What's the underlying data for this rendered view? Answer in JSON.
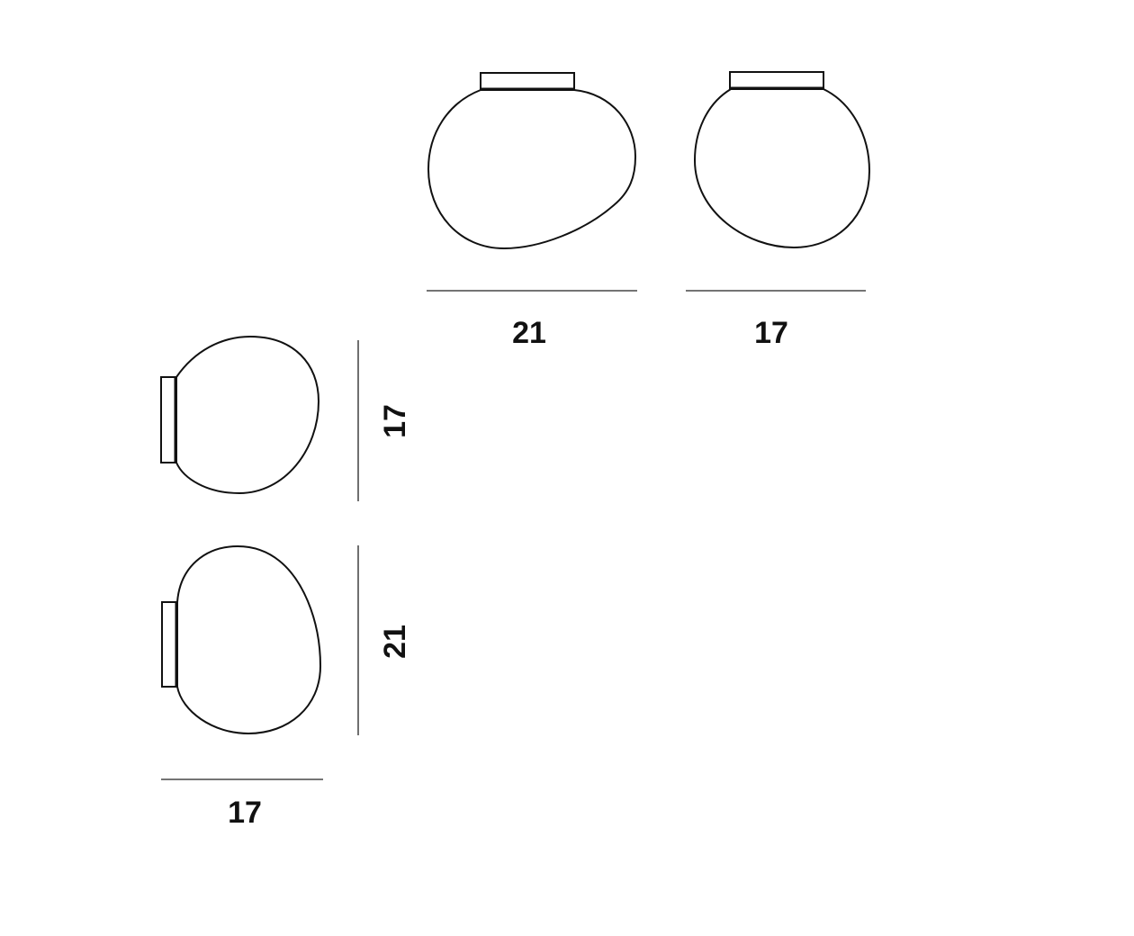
{
  "colors": {
    "stroke": "#111111",
    "background": "#ffffff"
  },
  "views": [
    {
      "name": "ceiling-front-view",
      "dimension": "21"
    },
    {
      "name": "ceiling-side-view",
      "dimension": "17"
    },
    {
      "name": "wall-side-view",
      "dimension": "17"
    },
    {
      "name": "wall-front-view",
      "dimension_height": "21",
      "dimension_width": "17"
    }
  ]
}
